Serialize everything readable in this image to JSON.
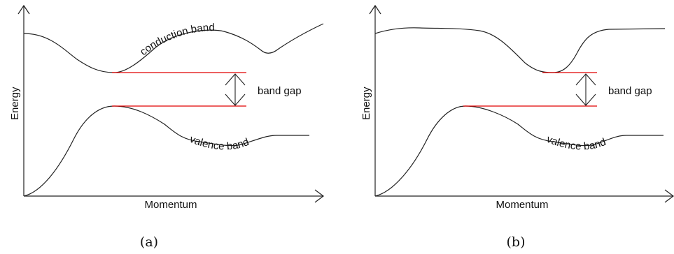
{
  "panels": [
    {
      "caption": "(a)",
      "x_axis_label": "Momentum",
      "y_axis_label": "Energy",
      "gap_label": "band gap",
      "conduction_label": "conduction band",
      "valence_label": "valence band",
      "transition": "direct"
    },
    {
      "caption": "(b)",
      "x_axis_label": "Momentum",
      "y_axis_label": "Energy",
      "gap_label": "band gap",
      "conduction_label": "",
      "valence_label": "valence band",
      "transition": "indirect"
    }
  ],
  "colors": {
    "curve": "#222222",
    "gap_line": "#e00000",
    "background": "#ffffff"
  }
}
